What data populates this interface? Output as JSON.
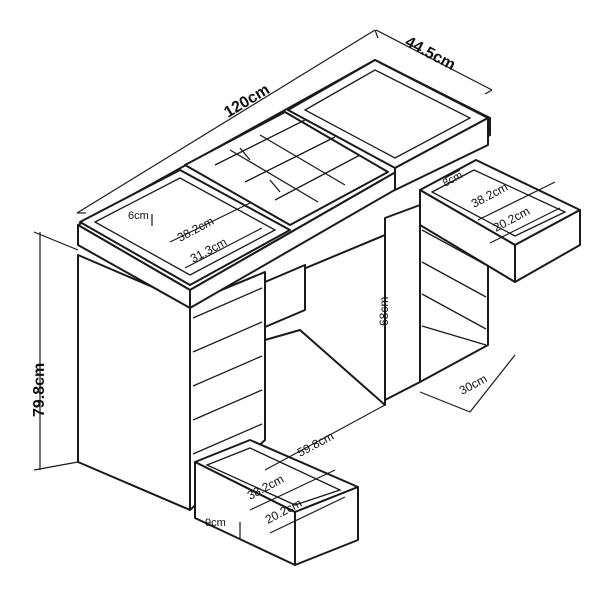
{
  "dimensions": {
    "width_total": "120cm",
    "depth": "44.5cm",
    "height_total": "79.8cm",
    "knee_height": "68cm",
    "knee_width": "59.8cm",
    "side_depth": "30cm",
    "tray_depth": "6cm",
    "tray_width": "38.2cm",
    "tray_length": "31.3cm",
    "right_drawer_height": "8cm",
    "right_drawer_width": "38.2cm",
    "right_drawer_inner": "20.2cm",
    "left_drawer_width": "38.2cm",
    "left_drawer_inner": "20.2cm",
    "left_drawer_height": "9cm"
  }
}
